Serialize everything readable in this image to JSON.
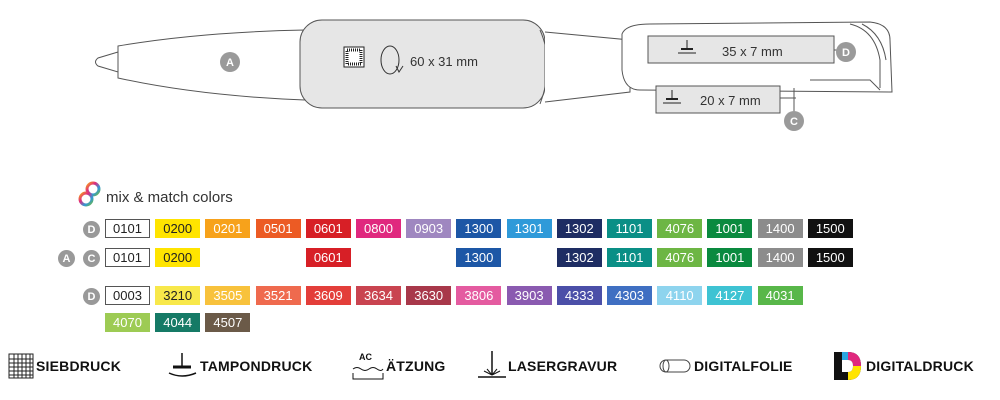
{
  "pen": {
    "zone_a_letter": "A",
    "zone_a_size": "60 x 31 mm",
    "zone_d_letter": "D",
    "zone_d_size": "35 x 7 mm",
    "zone_c_letter": "C",
    "zone_c_size": "20 x 7 mm"
  },
  "mix": {
    "label": "mix & match colors"
  },
  "rows": [
    {
      "letters": [
        "D"
      ],
      "swatches": [
        {
          "code": "0101",
          "color": "#ffffff",
          "outline": true
        },
        {
          "code": "0200",
          "color": "#ffe400",
          "dark": true
        },
        {
          "code": "0201",
          "color": "#f7a21b"
        },
        {
          "code": "0501",
          "color": "#ec5b24"
        },
        {
          "code": "0601",
          "color": "#d71f26"
        },
        {
          "code": "0800",
          "color": "#e0287e"
        },
        {
          "code": "0903",
          "color": "#9f87c0"
        },
        {
          "code": "1300",
          "color": "#1d57a6"
        },
        {
          "code": "1301",
          "color": "#2f9ad9"
        },
        {
          "code": "1302",
          "color": "#1e2d63"
        },
        {
          "code": "1101",
          "color": "#0a8f86"
        },
        {
          "code": "4076",
          "color": "#6db644"
        },
        {
          "code": "1001",
          "color": "#0a8a3f"
        },
        {
          "code": "1400",
          "color": "#8c8c8c"
        },
        {
          "code": "1500",
          "color": "#111111"
        }
      ]
    },
    {
      "letters": [
        "A",
        "C"
      ],
      "swatches": [
        {
          "code": "0101",
          "color": "#ffffff",
          "outline": true,
          "slot": 0
        },
        {
          "code": "0200",
          "color": "#ffe400",
          "dark": true,
          "slot": 1
        },
        {
          "code": "0601",
          "color": "#d71f26",
          "slot": 4
        },
        {
          "code": "1300",
          "color": "#1d57a6",
          "slot": 7
        },
        {
          "code": "1302",
          "color": "#1e2d63",
          "slot": 9
        },
        {
          "code": "1101",
          "color": "#0a8f86",
          "slot": 10
        },
        {
          "code": "4076",
          "color": "#6db644",
          "slot": 11
        },
        {
          "code": "1001",
          "color": "#0a8a3f",
          "slot": 12
        },
        {
          "code": "1400",
          "color": "#8c8c8c",
          "slot": 13
        },
        {
          "code": "1500",
          "color": "#111111",
          "slot": 14
        }
      ]
    },
    {
      "letters": [
        "D"
      ],
      "swatches": [
        {
          "code": "0003",
          "color": "#ffffff",
          "outline": true
        },
        {
          "code": "3210",
          "color": "#f8e84a",
          "dark": true
        },
        {
          "code": "3505",
          "color": "#f8c23c"
        },
        {
          "code": "3521",
          "color": "#ef6a4e"
        },
        {
          "code": "3609",
          "color": "#e33e3a"
        },
        {
          "code": "3634",
          "color": "#c94450"
        },
        {
          "code": "3630",
          "color": "#a8384a"
        },
        {
          "code": "3806",
          "color": "#e45ba0"
        },
        {
          "code": "3903",
          "color": "#8a5ab0"
        },
        {
          "code": "4333",
          "color": "#4b4fa8"
        },
        {
          "code": "4303",
          "color": "#3f6fc2"
        },
        {
          "code": "4110",
          "color": "#8ed4ee"
        },
        {
          "code": "4127",
          "color": "#3ec3d3"
        },
        {
          "code": "4031",
          "color": "#58b749"
        }
      ]
    },
    {
      "letters": [],
      "swatches": [
        {
          "code": "4070",
          "color": "#9dcb54"
        },
        {
          "code": "4044",
          "color": "#157a66"
        },
        {
          "code": "4507",
          "color": "#6b5a48"
        }
      ]
    }
  ],
  "legend": [
    {
      "label": "SIEBDRUCK",
      "icon": "screen-print-icon"
    },
    {
      "label": "TAMPONDRUCK",
      "icon": "pad-print-icon"
    },
    {
      "label": "ÄTZUNG",
      "icon": "etching-icon",
      "icon_text": "AC"
    },
    {
      "label": "LASERGRAVUR",
      "icon": "laser-engraving-icon"
    },
    {
      "label": "DIGITALFOLIE",
      "icon": "digital-foil-icon"
    },
    {
      "label": "DIGITALDRUCK",
      "icon": "digital-print-icon"
    }
  ],
  "colors": {
    "badge": "#9a9a9a",
    "pen_outline": "#555555",
    "zone_fill": "#e6e6e6"
  }
}
